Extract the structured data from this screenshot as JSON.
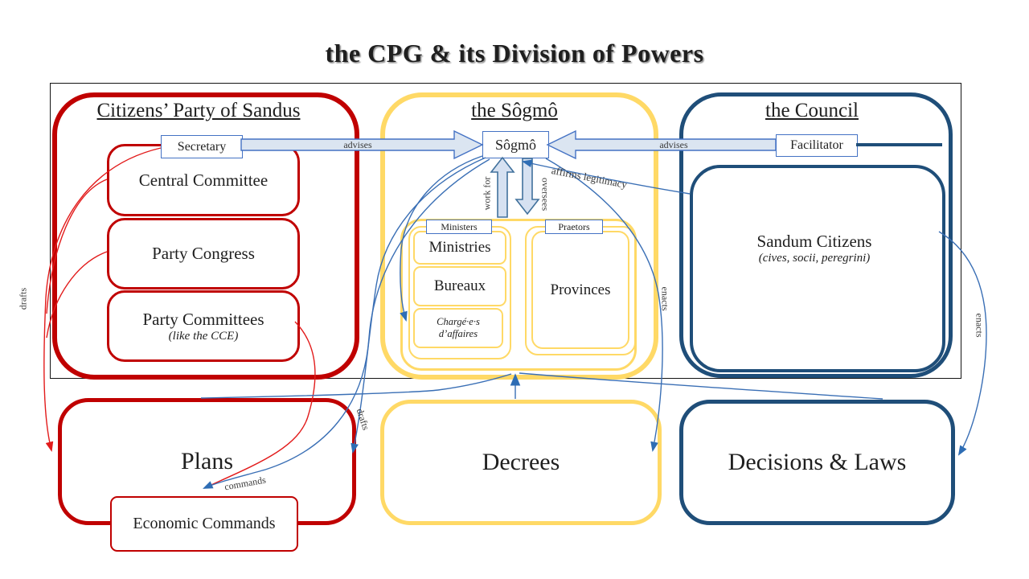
{
  "title": "the CPG & its Division of Powers",
  "party": {
    "title": "Citizens’ Party of Sandus",
    "secretary": "Secretary",
    "central_committee": "Central Committee",
    "party_congress": "Party Congress",
    "party_committees": "Party Committees",
    "party_committees_note": "(like the CCE)"
  },
  "sogmo": {
    "title": "the Sôgmô",
    "head": "Sôgmô",
    "ministers": "Ministers",
    "ministries": "Ministries",
    "bureaux": "Bureaux",
    "charges": "Chargé·e·s d’affaires",
    "praetors": "Praetors",
    "provinces": "Provinces"
  },
  "council": {
    "title": "the Council",
    "facilitator": "Facilitator",
    "citizens": "Sandum Citizens",
    "citizens_note": "(cives, socii, peregrini)"
  },
  "bottom": {
    "plans": "Plans",
    "economic_commands": "Economic Commands",
    "decrees": "Decrees",
    "decisions_laws": "Decisions & Laws"
  },
  "labels": {
    "advises_left": "advises",
    "advises_right": "advises",
    "work_for": "work for",
    "oversees": "oversees",
    "affirms_legitimacy": "affirms legitimacy",
    "enacts_sogmo": "enacts",
    "enacts_council": "enacts",
    "drafts_party": "drafts",
    "drafts_sogmo": "drafts",
    "commands": "commands"
  },
  "colors": {
    "party_red": "#c00000",
    "connector_red": "#e21b1b",
    "sogmo_yellow": "#ffd966",
    "council_navy": "#1f4e79",
    "tag_blue": "#4472c4",
    "connector_blue": "#3a6fb5",
    "band_fill": "#dbe5f1"
  }
}
